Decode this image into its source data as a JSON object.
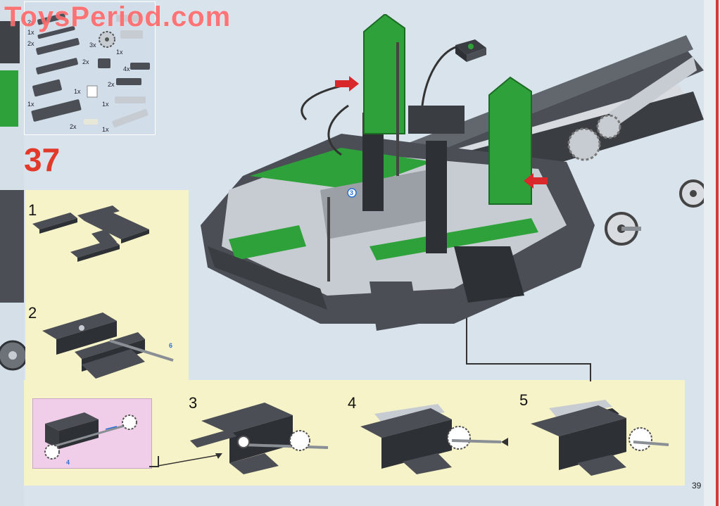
{
  "watermark": {
    "text": "ToysPeriod.com"
  },
  "step": {
    "number": "37"
  },
  "parts_list": {
    "quantities": [
      "2x",
      "1x",
      "2x",
      "3x",
      "1x",
      "2x",
      "4x",
      "1x",
      "2x",
      "1x",
      "1x",
      "2x",
      "1x"
    ]
  },
  "substeps": {
    "one": "1",
    "two": "2",
    "three": "3",
    "four": "4",
    "five": "5"
  },
  "callouts": {
    "axle_length_a": "6",
    "axle_length_b": "4",
    "axle_length_c": "3"
  },
  "page": {
    "number": "39"
  },
  "colors": {
    "page_bg": "#d9e3ec",
    "panel_yellow": "#f7f3c8",
    "panel_pink": "#f0cde8",
    "step_red": "#e13a2a",
    "watermark": "#ff6b6b",
    "brick_gray": "#4b4f55",
    "brick_green": "#2fa13a",
    "brick_light": "#c7ccd2"
  },
  "icons": [
    "red-arrow-icon",
    "blue-arrow-icon",
    "motor-icon",
    "gear-icon"
  ]
}
